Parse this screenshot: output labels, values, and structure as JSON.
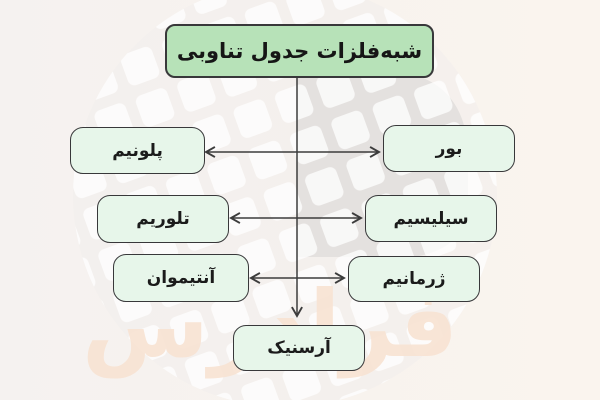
{
  "diagram": {
    "title": "شبه‌فلزات جدول تناوبی",
    "nodes": [
      {
        "id": "polonium",
        "label": "پلونیم",
        "side": "left"
      },
      {
        "id": "boron",
        "label": "بور",
        "side": "right"
      },
      {
        "id": "tellurium",
        "label": "تلوریم",
        "side": "left"
      },
      {
        "id": "silicon",
        "label": "سیلیسیم",
        "side": "right"
      },
      {
        "id": "antimony",
        "label": "آنتیموان",
        "side": "left"
      },
      {
        "id": "germanium",
        "label": "ژرمانیم",
        "side": "right"
      },
      {
        "id": "arsenic",
        "label": "آرسنیک",
        "side": "bottom"
      }
    ],
    "watermark": {
      "text": "فرادرس"
    },
    "colors": {
      "title_fill": "#b7e2b8",
      "node_fill": "#e7f6ea",
      "outline": "#38383a",
      "connector": "#3c3c3c",
      "background": "#f8f3ee",
      "watermark_text": "#f8e3d3",
      "watermark_gray": "#e4e1df"
    }
  }
}
